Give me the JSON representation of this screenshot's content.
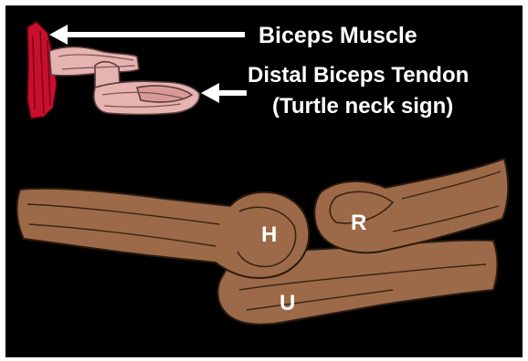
{
  "labels": {
    "muscle": "Biceps Muscle",
    "tendon_line1": "Distal Biceps Tendon",
    "tendon_line2": "(Turtle neck sign)",
    "humerus": "H",
    "radius": "R",
    "ulna": "U"
  },
  "icons": {
    "muscle_arrow": "arrow-left-icon",
    "tendon_arrow": "arrow-left-icon"
  },
  "colors": {
    "background": "#000000",
    "frame": "#ffffff",
    "label_text": "#ffffff",
    "bone_fill": "#9c6a48",
    "bone_outline": "#2a1a10",
    "muscle_fill": "#c8102e",
    "tendon_fill": "#e6b3b0",
    "tendon_outline": "#5a3a3a",
    "arrow": "#ffffff"
  }
}
